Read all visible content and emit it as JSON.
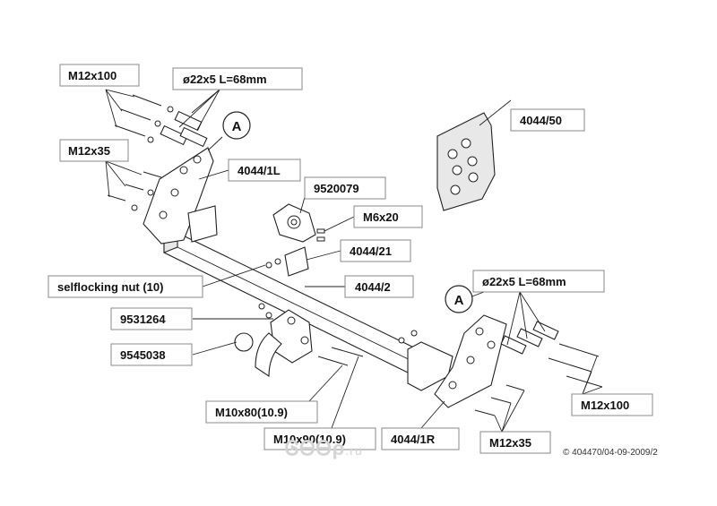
{
  "labels": {
    "m12x100_top": "M12x100",
    "sleeve_top": "ø22x5 L=68mm",
    "m12x35_top": "M12x35",
    "bracket_left": "4044/1L",
    "socket_plate": "9520079",
    "m6x20": "M6x20",
    "clamp": "4044/21",
    "nut": "selflocking nut (10)",
    "crossbar": "4044/2",
    "ball_plate": "9531264",
    "ball": "9545038",
    "m10x80": "M10x80(10.9)",
    "m10x90": "M10x90(10.9)",
    "bracket_right": "4044/1R",
    "m12x35_bottom": "M12x35",
    "sleeve_right": "ø22x5 L=68mm",
    "m12x100_right": "M12x100",
    "reinforce": "4044/50",
    "circle_top": "A",
    "circle_mid": "A"
  },
  "watermark": {
    "main": "ᎶᎾᎾρ",
    "domain": ".ru"
  },
  "copyright": "© 404470/04-09-2009/2"
}
